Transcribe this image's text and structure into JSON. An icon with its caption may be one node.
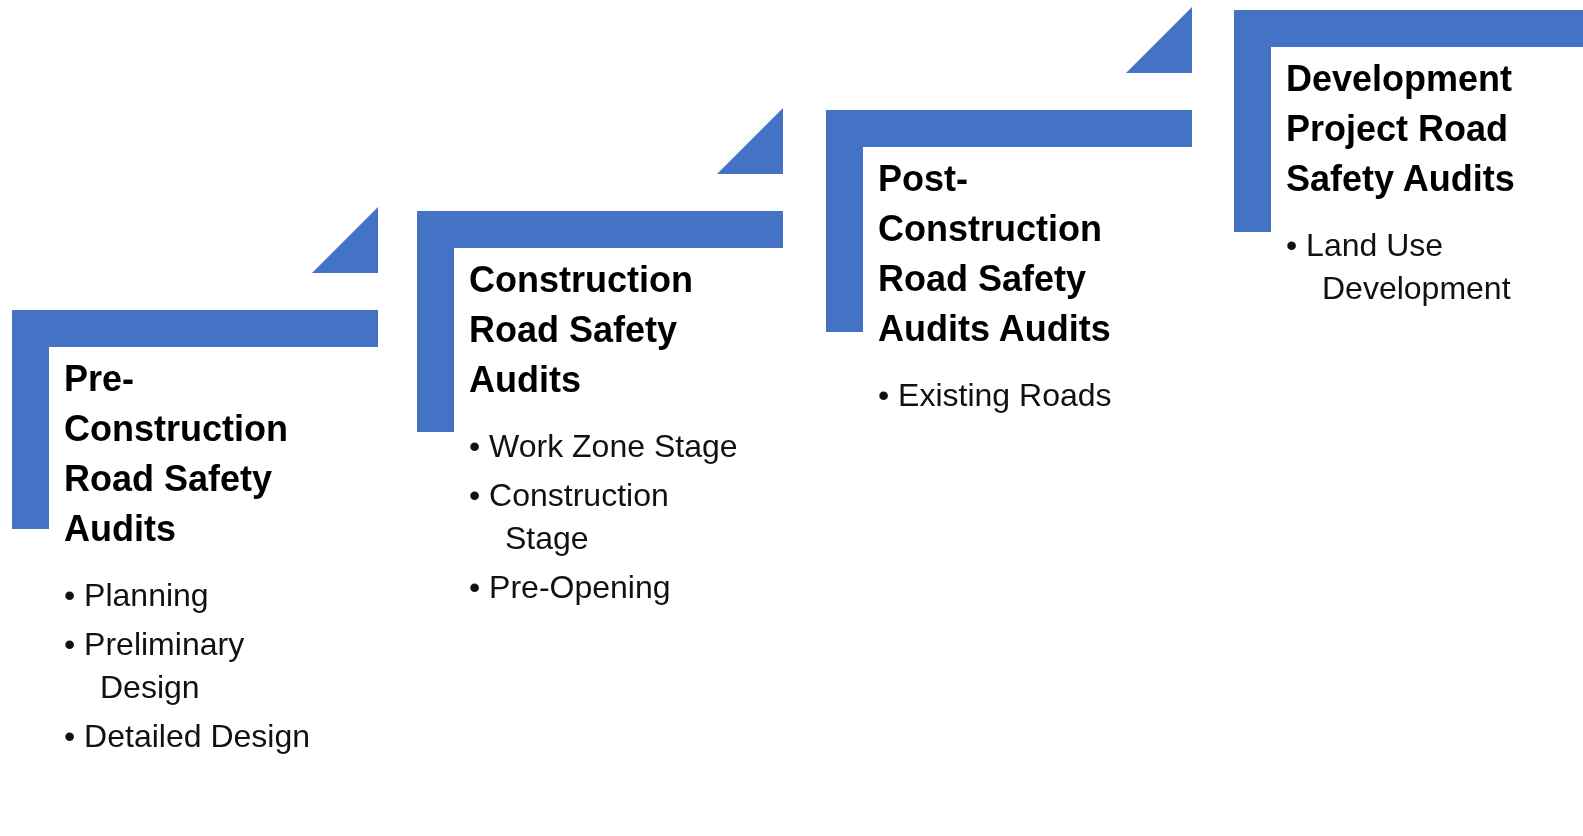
{
  "diagram": {
    "nodes": [
      {
        "text": [
          "Pre-Construction Road Safety Audits",
          "• Planning",
          "• Preliminary Design",
          "• Detailed Design"
        ]
      },
      {
        "text": [
          "Construction Road Safety Audits",
          "• Work Zone Stage",
          "• Construction Stage",
          "• Pre-Opening"
        ]
      },
      {
        "text": [
          "Post-Construction Road Safety Audits Audits",
          "• Existing Roads"
        ]
      },
      {
        "text": [
          "Development Project Road Safety Audits",
          "• Land Use Development"
        ]
      }
    ]
  }
}
